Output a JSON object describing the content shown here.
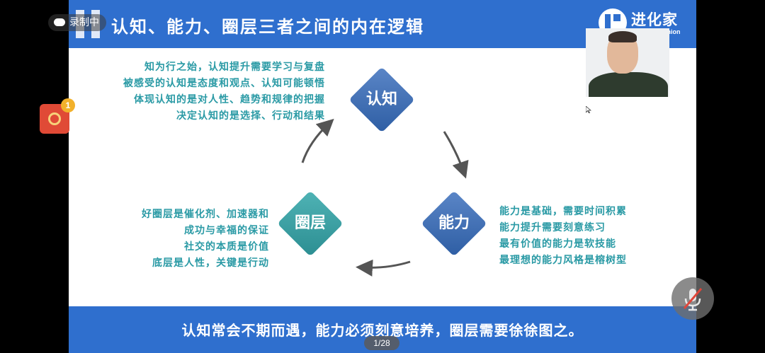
{
  "recording": {
    "label": "录制中"
  },
  "slide": {
    "title": "认知、能力、圈层三者之间的内在逻辑",
    "logo": {
      "cn": "进化家",
      "en": "Power Up Union"
    },
    "nodes": {
      "renzhi": "认知",
      "nengli": "能力",
      "quanceng": "圈层"
    },
    "renzhi_text": [
      "知为行之始，认知提升需要学习与复盘",
      "被感受的认知是态度和观点、认知可能顿悟",
      "体现认知的是对人性、趋势和规律的把握",
      "决定认知的是选择、行动和结果"
    ],
    "quanceng_text": [
      "好圈层是催化剂、加速器和",
      "成功与幸福的保证",
      "社交的本质是价值",
      "底层是人性，关键是行动"
    ],
    "nengli_text": [
      "能力是基础，需要时间积累",
      "能力提升需要刻意练习",
      "最有价值的能力是软技能",
      "最理想的能力风格是榕树型"
    ],
    "footer": "认知常会不期而遇，能力必须刻意培养，圈层需要徐徐图之。"
  },
  "page_indicator": "1/28",
  "notification_badge": "1",
  "colors": {
    "header": "#2f6fce",
    "text_teal": "#2a9aa5",
    "diamond_blue": "#3b6db4",
    "diamond_teal": "#35a0a4"
  }
}
